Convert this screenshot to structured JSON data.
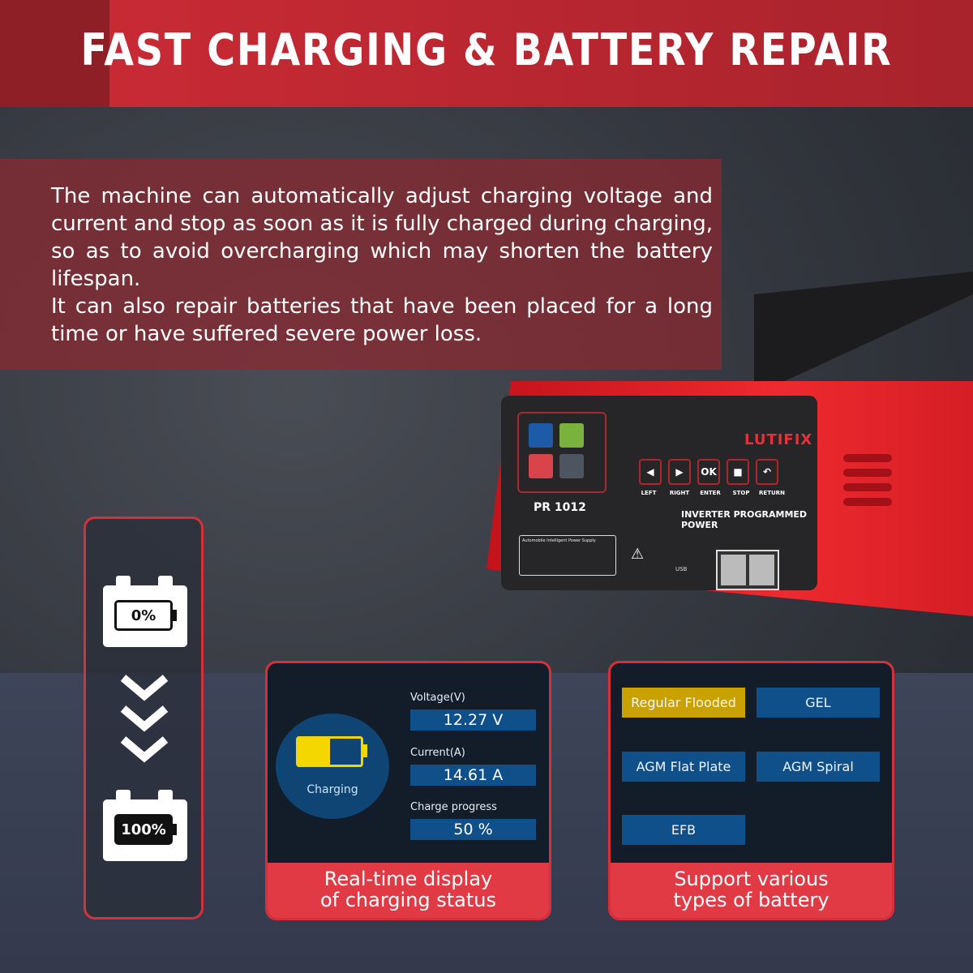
{
  "title": "FAST CHARGING & BATTERY REPAIR",
  "description": "The machine can automatically adjust charging voltage and current and stop as soon as it is fully charged during charging, so as to avoid overcharging which may shorten the battery lifespan.",
  "description2": "It can also repair batteries that have been placed for a long time or have suffered severe power loss.",
  "device": {
    "brand": "LUTIFIX",
    "model": "PR 1012",
    "tagline": "INVERTER PROGRAMMED POWER",
    "keys": [
      {
        "glyph": "◀",
        "label": "LEFT"
      },
      {
        "glyph": "▶",
        "label": "RIGHT"
      },
      {
        "glyph": "OK",
        "label": "ENTER"
      },
      {
        "glyph": "■",
        "label": "STOP"
      },
      {
        "glyph": "↶",
        "label": "RETURN"
      }
    ],
    "plate": "Automobile Intelligent Power Supply",
    "usb": "USB"
  },
  "battery_flow": {
    "start": "0%",
    "end": "100%"
  },
  "status_card": {
    "charging": "Charging",
    "charge_fraction": 0.5,
    "voltage_label": "Voltage(V)",
    "voltage": "12.27 V",
    "current_label": "Current(A)",
    "current": "14.61 A",
    "progress_label": "Charge progress",
    "progress": "50 %",
    "caption_1": "Real-time display",
    "caption_2": "of charging status"
  },
  "types_card": {
    "types": [
      "Regular Flooded",
      "GEL",
      "AGM Flat Plate",
      "AGM Spiral",
      "EFB"
    ],
    "selected": "Regular Flooded",
    "caption_1": "Support various",
    "caption_2": "types of battery"
  },
  "colors": {
    "accent": "#d6303a",
    "screen_blue": "#0f4f8a",
    "highlight": "#c9a200"
  }
}
